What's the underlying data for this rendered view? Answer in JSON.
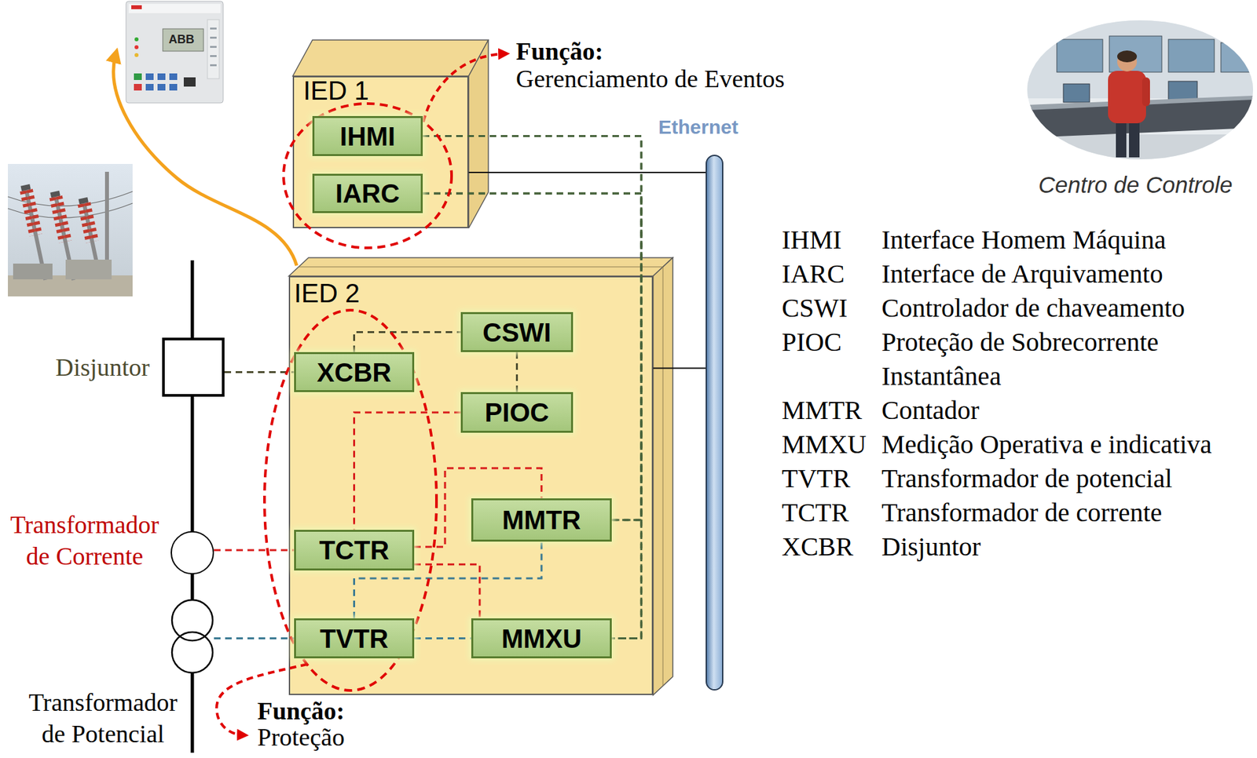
{
  "diagram": {
    "nodes": [
      {
        "text": [
          "IED 1"
        ]
      },
      {
        "text": [
          "IHMI"
        ],
        "in": 0
      },
      {
        "text": [
          "IARC"
        ],
        "in": 0
      },
      {
        "text": [
          "Ethernet"
        ]
      },
      {
        "text": [
          "Disjuntor"
        ]
      },
      {
        "text": [
          "IED 2"
        ]
      },
      {
        "text": [
          "CSWI"
        ],
        "in": 5
      },
      {
        "text": [
          "XCBR"
        ],
        "in": 5
      },
      {
        "text": [
          "PIOC"
        ],
        "in": 5
      },
      {
        "text": [
          "MMTR"
        ],
        "in": 5
      },
      {
        "text": [
          "TCTR"
        ],
        "in": 5
      },
      {
        "text": [
          "TVTR"
        ],
        "in": 5
      },
      {
        "text": [
          "MMXU"
        ],
        "in": 5
      },
      {
        "text": [
          "Transformador de Corrente"
        ]
      },
      {
        "text": [
          "Transformador de Potencial"
        ]
      }
    ],
    "edges": [
      {
        "from": 1,
        "to": 9,
        "arrow": "none"
      },
      {
        "from": 1,
        "to": 12,
        "arrow": "none"
      },
      {
        "from": 2,
        "to": 9,
        "arrow": "none"
      },
      {
        "from": 2,
        "to": 12,
        "arrow": "none"
      },
      {
        "from": 0,
        "to": 3,
        "arrow": "none"
      },
      {
        "from": 5,
        "to": 3,
        "arrow": "none"
      },
      {
        "from": 4,
        "to": 7,
        "arrow": "none"
      },
      {
        "from": 7,
        "to": 6,
        "arrow": "none"
      },
      {
        "from": 6,
        "to": 8,
        "arrow": "none"
      },
      {
        "from": 8,
        "to": 10,
        "arrow": "none"
      },
      {
        "from": 13,
        "to": 10,
        "arrow": "none"
      },
      {
        "from": 10,
        "to": 9,
        "arrow": "none"
      },
      {
        "from": 10,
        "to": 12,
        "arrow": "none"
      },
      {
        "from": 14,
        "to": 11,
        "arrow": "none"
      },
      {
        "from": 11,
        "to": 12,
        "arrow": "none"
      },
      {
        "from": 11,
        "to": 9,
        "arrow": "none"
      }
    ],
    "labels": [
      "ABB",
      "Função:",
      "Gerenciamento de Eventos",
      "Centro de Controle",
      "IHMI",
      "Interface Homem Máquina",
      "IARC",
      "Interface de Arquivamento",
      "CSWI",
      "Controlador de chaveamento",
      "PIOC",
      "Proteção de Sobrecorrente Instantânea",
      "MMTR",
      "Contador",
      "MMXU",
      "Medição Operativa e indicativa",
      "TVTR",
      "Transformador de potencial",
      "TCTR",
      "Transformador de corrente",
      "XCBR",
      "Disjuntor",
      "Função:",
      "Proteção"
    ]
  }
}
